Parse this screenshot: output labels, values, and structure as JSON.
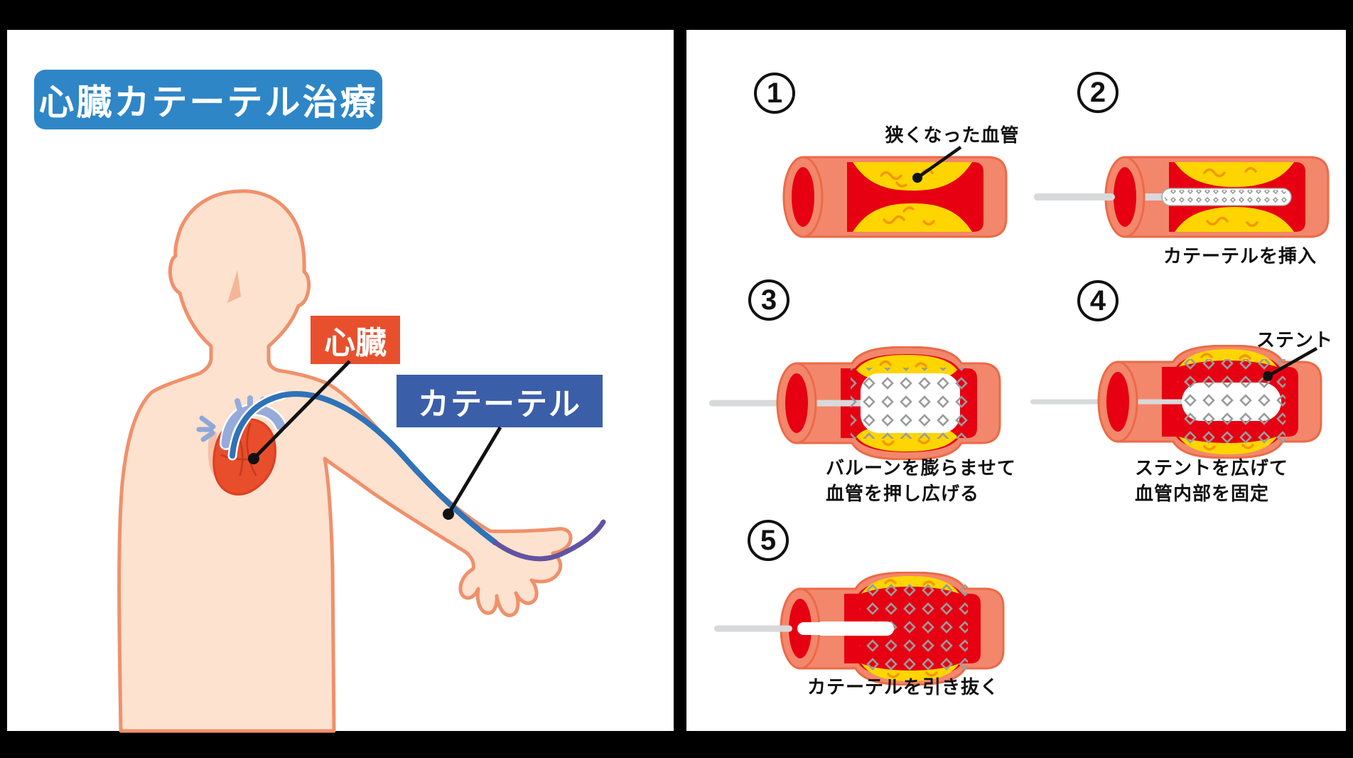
{
  "title": "心臓カテーテル治療",
  "left_panel": {
    "heart_label": "心臓",
    "catheter_label": "カテーテル"
  },
  "steps": [
    {
      "number": "1",
      "annotation": "狭くなった血管"
    },
    {
      "number": "2",
      "caption": "カテーテルを挿入"
    },
    {
      "number": "3",
      "caption_line1": "バルーンを膨らませて",
      "caption_line2": "血管を押し広げる"
    },
    {
      "number": "4",
      "annotation": "ステント",
      "caption_line1": "ステントを広げて",
      "caption_line2": "血管内部を固定"
    },
    {
      "number": "5",
      "caption": "カテーテルを引き抜く"
    }
  ],
  "colors": {
    "title_bg": "#2E86C7",
    "heart_label_bg": "#E8502D",
    "catheter_label_bg": "#3B5EA8",
    "vessel_wall": "#F2876C",
    "vessel_wall_outline": "#EC6A47",
    "vessel_lumen_red": "#E60012",
    "plaque_yellow": "#FFD500",
    "plaque_detail_orange": "#F39800",
    "stent_mesh_gray": "#9A9B9C",
    "guide_wire_gray": "#D8D9DA",
    "catheter_line_blue": "#2F72B7",
    "catheter_tail_purple": "#6253A2",
    "skin": "#FCE2CF",
    "skin_outline": "#F0906B",
    "frame_black": "#000000"
  }
}
